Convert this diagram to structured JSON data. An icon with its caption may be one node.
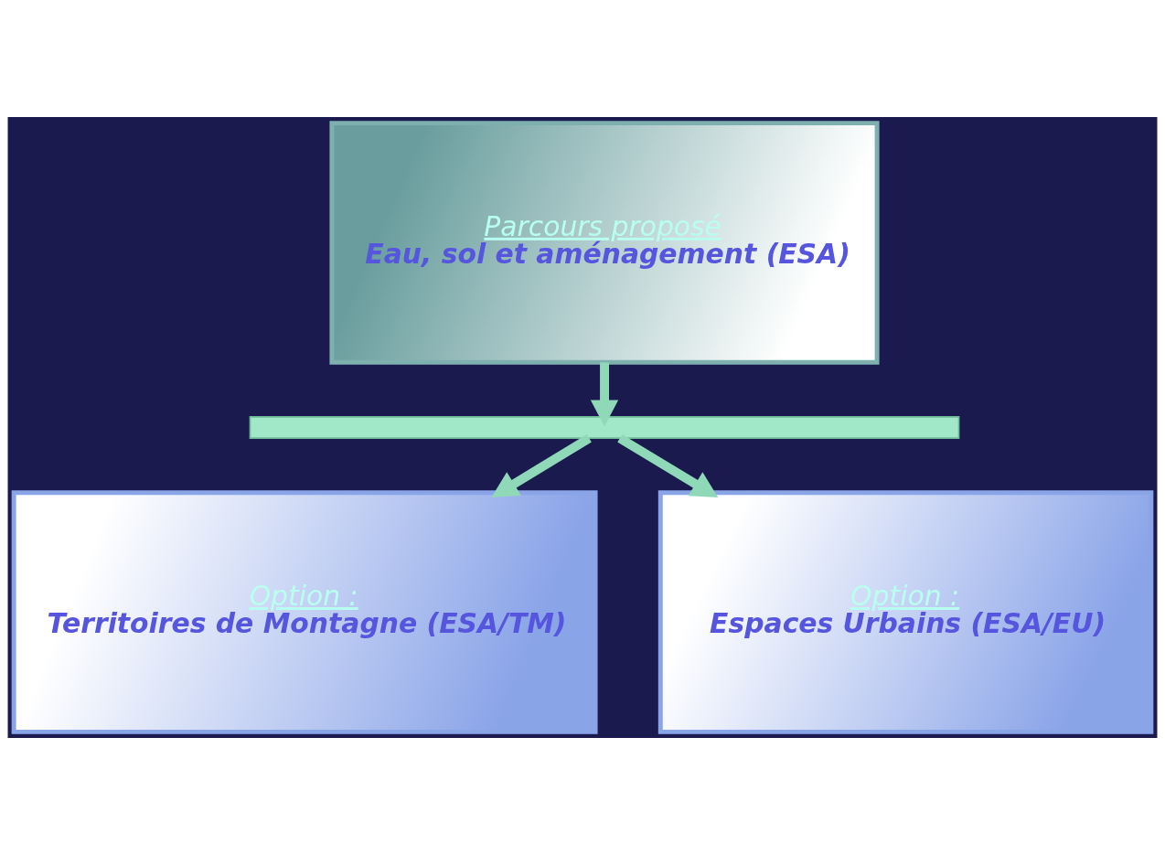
{
  "diagram": {
    "nodes": [
      {
        "text": [
          "Parcours proposé",
          "Eau, sol et aménagement (ESA)"
        ]
      },
      {
        "text": [],
        "shape": "bar"
      },
      {
        "text": [
          "Option :",
          "Territoires de Montagne (ESA/TM)"
        ]
      },
      {
        "text": [
          "Option :",
          "Espaces Urbains (ESA/EU)"
        ]
      }
    ],
    "edges": [
      {
        "from": 0,
        "to": 1,
        "arrow": "to"
      },
      {
        "from": 1,
        "to": 2,
        "arrow": "to"
      },
      {
        "from": 1,
        "to": 3,
        "arrow": "to"
      }
    ]
  }
}
